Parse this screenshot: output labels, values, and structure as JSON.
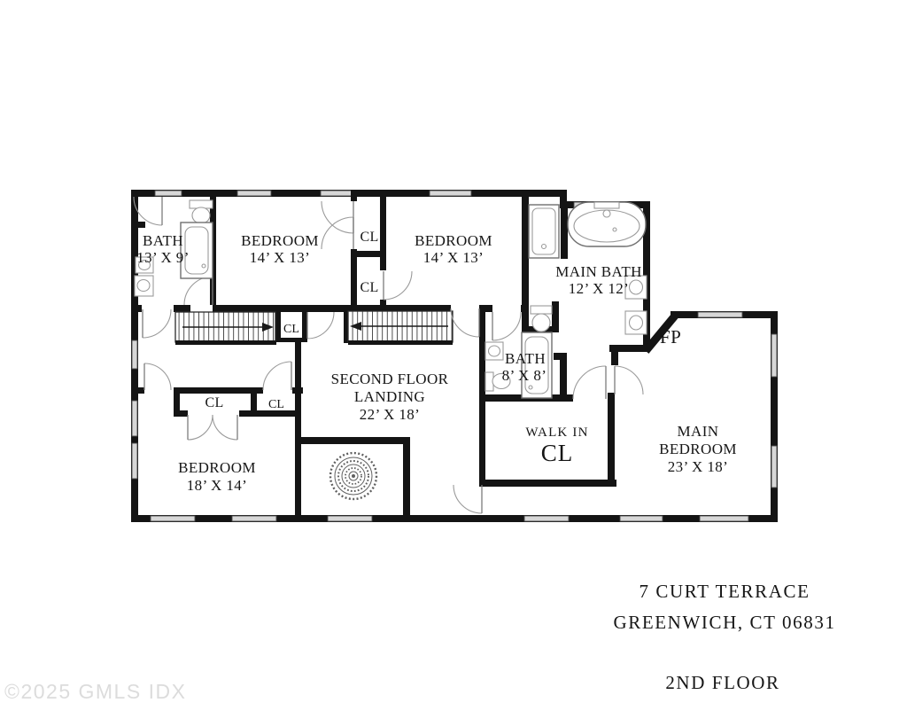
{
  "floorplan": {
    "rooms": {
      "bath1": {
        "name": "BATH",
        "dims": "13’ X 9’"
      },
      "bedroom1": {
        "name": "BEDROOM",
        "dims": "14’ X 13’"
      },
      "bedroom2": {
        "name": "BEDROOM",
        "dims": "14’ X 13’"
      },
      "main_bath": {
        "name": "MAIN BATH",
        "dims": "12’ X 12’"
      },
      "hall_bath": {
        "name": "BATH",
        "dims": "8’ X 8’"
      },
      "landing": {
        "name_line1": "SECOND FLOOR",
        "name_line2": "LANDING",
        "dims": "22’ X 18’"
      },
      "walk_in_closet": {
        "name_line1": "WALK IN",
        "name_line2": "CL"
      },
      "main_bedroom": {
        "name_line1": "MAIN",
        "name_line2": "BEDROOM",
        "dims": "23’ X 18’"
      },
      "bedroom3": {
        "name": "BEDROOM",
        "dims": "18’ X 14’"
      }
    },
    "labels": {
      "closet": "CL",
      "fireplace": "FP"
    }
  },
  "footer": {
    "address_line1": "7 CURT TERRACE",
    "address_line2": "GREENWICH, CT 06831",
    "floor_label": "2ND FLOOR"
  },
  "watermark": "©2025 GMLS IDX",
  "colors": {
    "wall": "#141414",
    "window": "#d7d7d7",
    "fixture_outline": "#6f6f6f",
    "door_arc": "#9a9a9a",
    "text": "#161616",
    "watermark": "#dcdcdc",
    "background": "#ffffff"
  }
}
